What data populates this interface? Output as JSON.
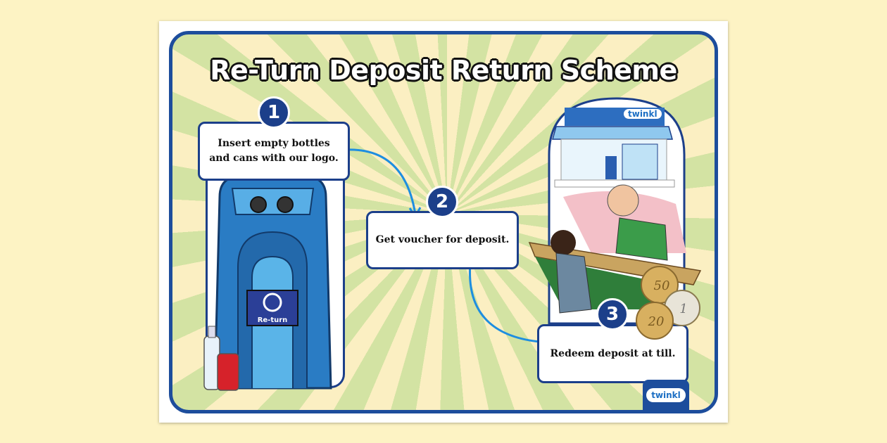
{
  "title": "Re-Turn Deposit Return Scheme",
  "steps": [
    {
      "number": "1",
      "text": "Insert empty bottles and cans with our logo."
    },
    {
      "number": "2",
      "text": "Get voucher for deposit."
    },
    {
      "number": "3",
      "text": "Redeem deposit at till."
    }
  ],
  "machine_logo": "Re-turn",
  "shop_sign": "twinkl",
  "brand_logo": "twinkl",
  "coins": [
    "50",
    "1",
    "20"
  ],
  "colors": {
    "frame": "#1d4d9c",
    "badge": "#1c3f8a",
    "arrow": "#1e8ee0",
    "machine": "#2a7cc4",
    "rays": "#d3e3a3",
    "background": "#fbefc2"
  }
}
